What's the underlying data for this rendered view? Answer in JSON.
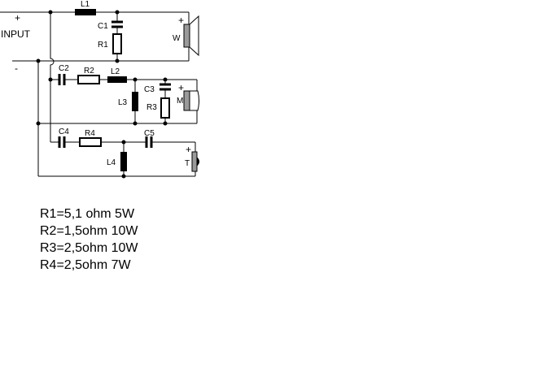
{
  "input": {
    "plus": "+",
    "label": "INPUT",
    "minus": "-"
  },
  "components": {
    "L1": "L1",
    "C1": "C1",
    "R1": "R1",
    "C2": "C2",
    "R2": "R2",
    "L2": "L2",
    "L3": "L3",
    "C3": "C3",
    "R3": "R3",
    "C4": "C4",
    "R4": "R4",
    "C5": "C5",
    "L4": "L4"
  },
  "speakers": [
    {
      "label": "W",
      "plus": "+",
      "icon": "woofer-speaker-icon"
    },
    {
      "label": "M",
      "plus": "+",
      "icon": "midrange-speaker-icon"
    },
    {
      "label": "T",
      "plus": "+",
      "icon": "tweeter-speaker-icon"
    }
  ],
  "values": [
    "R1=5,1 ohm 5W",
    "R2=1,5ohm 10W",
    "R3=2,5ohm 10W",
    "R4=2,5ohm 7W"
  ]
}
